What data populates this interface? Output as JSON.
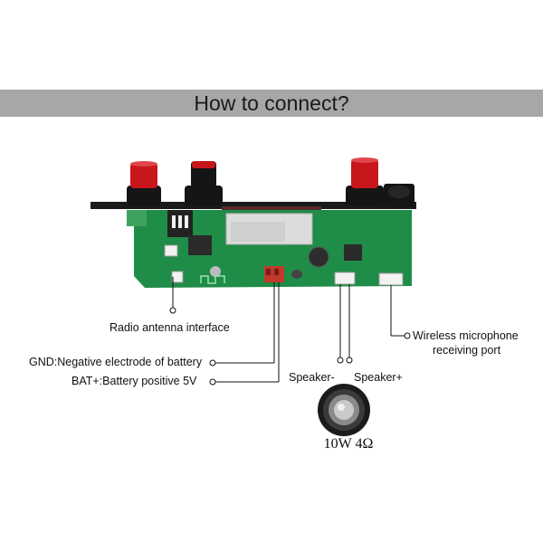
{
  "header": {
    "title": "How to connect?",
    "band_color": "#a9a6a6"
  },
  "labels": {
    "radio_antenna": "Radio antenna interface",
    "gnd": "GND:Negative electrode of battery",
    "bat": "BAT+:Battery positive 5V",
    "speaker_minus": "Speaker-",
    "speaker_plus": "Speaker+",
    "wireless_mic_line1": "Wireless microphone",
    "wireless_mic_line2": "receiving port"
  },
  "speaker": {
    "spec": "10W 4Ω"
  },
  "colors": {
    "pcb": "#1f8c47",
    "knob_cap": "#c8161d",
    "connector_red": "#c0392b",
    "panel": "#1a1a1a"
  }
}
